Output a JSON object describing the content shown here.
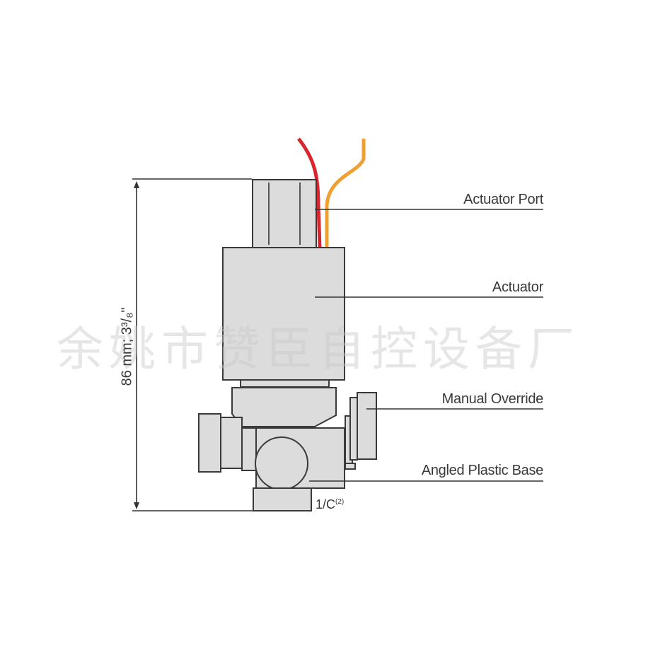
{
  "labels": {
    "actuator_port": "Actuator Port",
    "actuator": "Actuator",
    "manual_override": "Manual Override",
    "angled_plastic_base": "Angled Plastic Base"
  },
  "dimension": {
    "height": "86 mm; 3³/₈\""
  },
  "port_note": {
    "text": "1/C",
    "superscript": "(2)"
  },
  "watermark": "余姚市赞臣自控设备厂",
  "colors": {
    "wire_red": "#d8262e",
    "wire_orange": "#f0a030",
    "body": "#dcdcdc",
    "outline": "#3a3a3a"
  }
}
